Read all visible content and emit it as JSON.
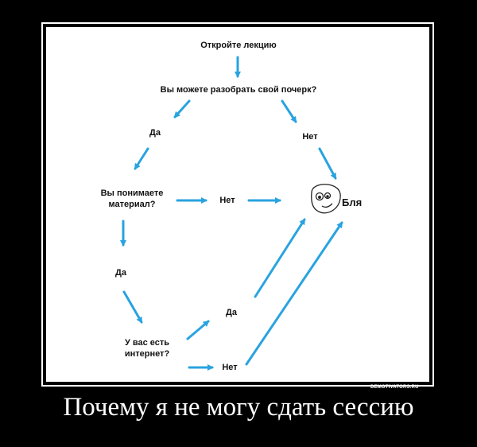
{
  "diagram": {
    "nodes": {
      "start": "Откройте лекцию",
      "q_handwriting": "Вы можете разобрать свой почерк?",
      "yes_1": "Да",
      "no_1": "Нет",
      "q_understand": "Вы понимаете\nматериал?",
      "no_2": "Нет",
      "yes_2": "Да",
      "q_internet": "У вас есть\nинтернет?",
      "yes_3": "Да",
      "no_3": "Нет",
      "result": "Бля"
    },
    "face_icon": "derp-face-icon",
    "arrow_color": "#29a3df"
  },
  "watermark": "DEMOTIVATORS.RU",
  "caption": "Почему я не могу сдать сессию"
}
